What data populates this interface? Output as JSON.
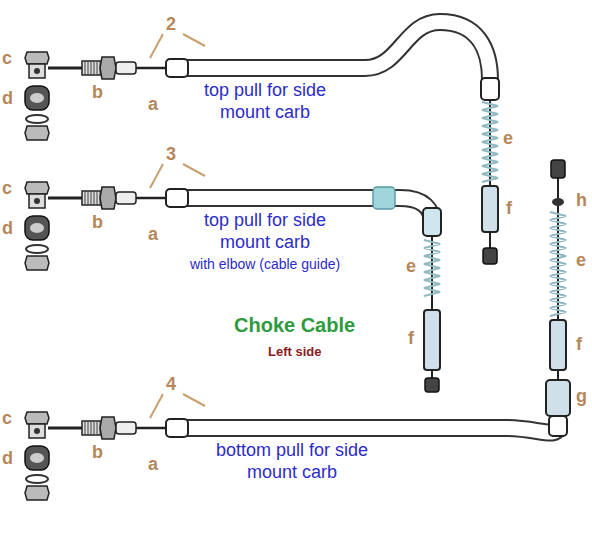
{
  "diagram": {
    "title": "Choke Cable",
    "labels": [
      "c",
      "2",
      "d",
      "b",
      "a",
      "top pull for side mount carb",
      "e",
      "f",
      "c",
      "3",
      "d",
      "b",
      "a",
      "top pull for side mount carb",
      "with elbow (cable guide)",
      "e",
      "f",
      "h",
      "e",
      "f",
      "g",
      "c",
      "4",
      "d",
      "b",
      "a",
      "bottom pull for side mount carb",
      "Left side"
    ]
  }
}
